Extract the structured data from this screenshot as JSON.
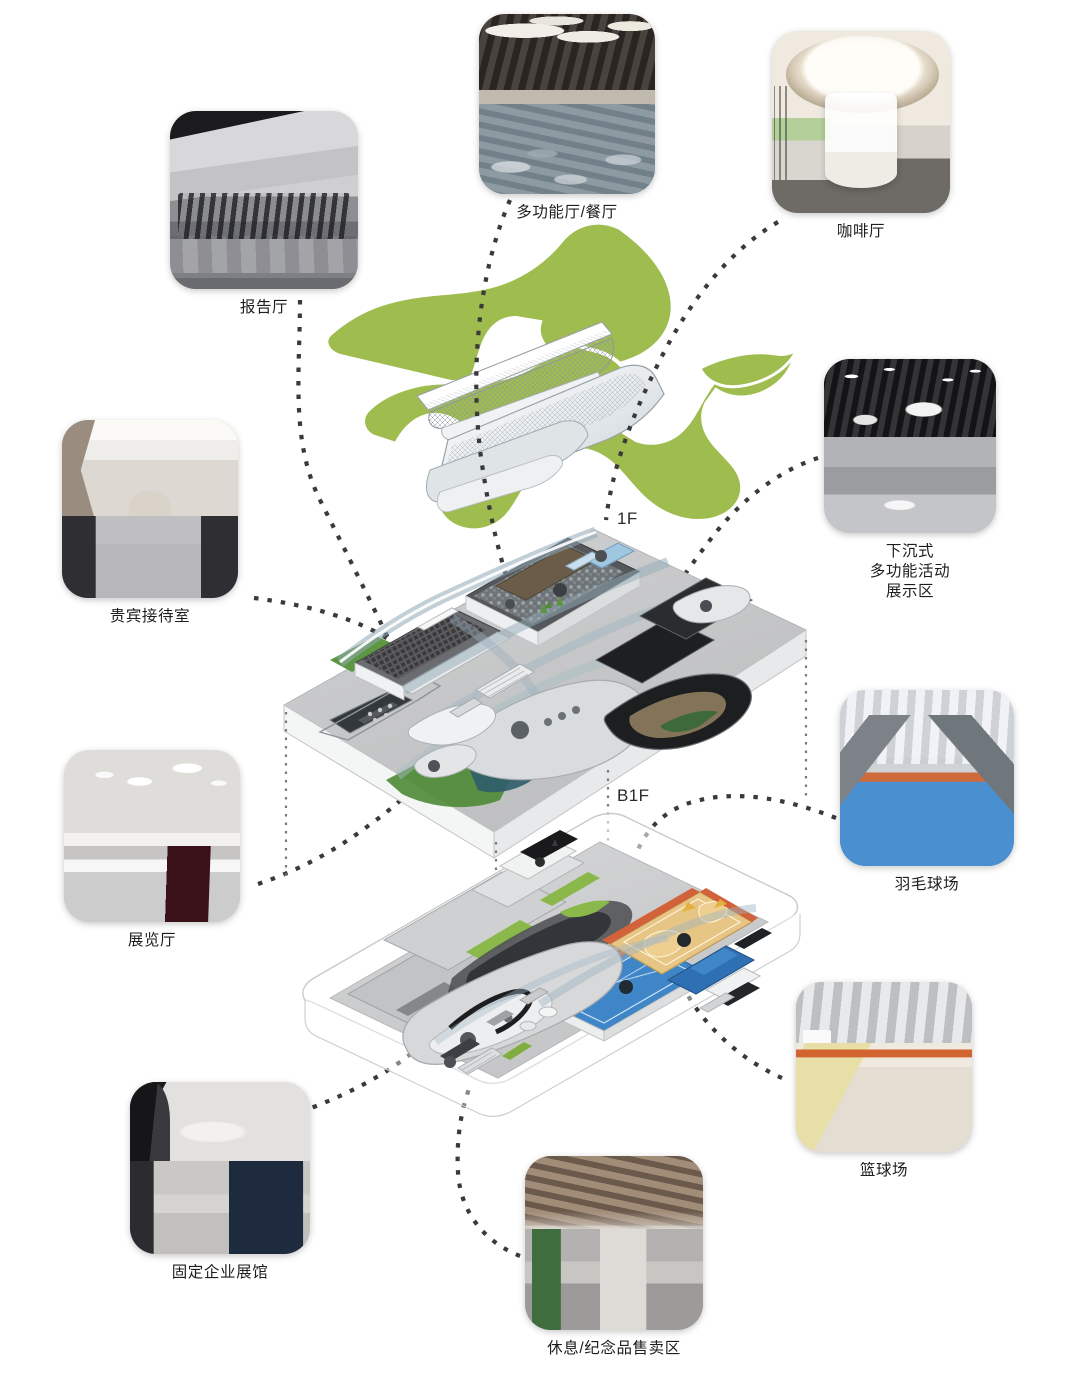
{
  "diagram": {
    "title_present": false,
    "floors": [
      {
        "id": "roof",
        "label": ""
      },
      {
        "id": "f1",
        "label": "1F"
      },
      {
        "id": "b1f",
        "label": "B1F"
      }
    ],
    "colors": {
      "landscape_green": "#9fbc4f",
      "slab_grey": "#c9cacb",
      "slab_light": "#e3e4e5",
      "connector_dot": "#3a3a3a",
      "court_blue": "#4a90d0",
      "court_wood": "#e3c27e",
      "accent_orange": "#d2652f"
    }
  },
  "callouts": [
    {
      "id": "lecture-hall",
      "label": "报告厅",
      "image_name": "lecture-hall-photo",
      "floor": "1F"
    },
    {
      "id": "multifunction-dining",
      "label": "多功能厅/餐厅",
      "image_name": "multifunction-hall-photo",
      "floor": "1F"
    },
    {
      "id": "cafe",
      "label": "咖啡厅",
      "image_name": "cafe-photo",
      "floor": "1F"
    },
    {
      "id": "sunken-multifunction-exhibit",
      "label": "下沉式\n多功能活动\n展示区",
      "image_name": "sunken-multifunction-area-photo",
      "floor": "1F"
    },
    {
      "id": "vip-reception",
      "label": "贵宾接待室",
      "image_name": "vip-reception-photo",
      "floor": "1F"
    },
    {
      "id": "exhibition-hall",
      "label": "展览厅",
      "image_name": "exhibition-hall-photo",
      "floor": "1F"
    },
    {
      "id": "badminton-court",
      "label": "羽毛球场",
      "image_name": "badminton-court-photo",
      "floor": "B1F"
    },
    {
      "id": "basketball-court",
      "label": "篮球场",
      "image_name": "basketball-court-photo",
      "floor": "B1F"
    },
    {
      "id": "corporate-pavilion",
      "label": "固定企业展馆",
      "image_name": "corporate-pavilion-photo",
      "floor": "B1F"
    },
    {
      "id": "rest-souvenir",
      "label": "休息/纪念品售卖区",
      "image_name": "rest-souvenir-area-photo",
      "floor": "B1F"
    }
  ],
  "floor_labels": {
    "f1": "1F",
    "b1f": "B1F"
  }
}
